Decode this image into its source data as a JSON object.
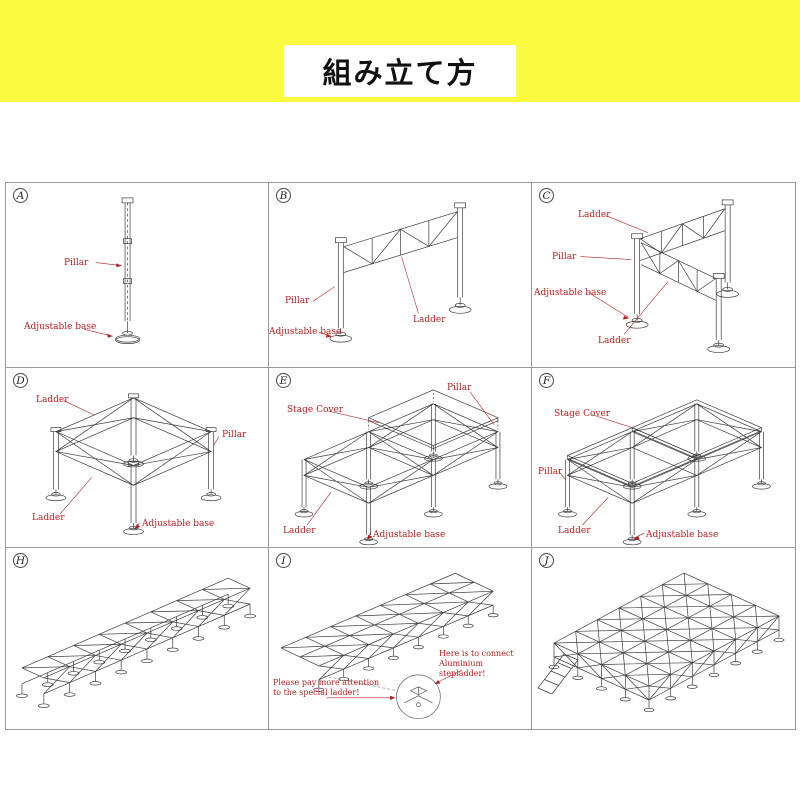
{
  "header": {
    "title": "組み立て方"
  },
  "colors": {
    "band": "#fafa3e",
    "label": "#b22222",
    "border": "#9a9a9a"
  },
  "panels": [
    {
      "letter": "A",
      "labels": [
        {
          "text": "Pillar"
        },
        {
          "text": "Adjustable base"
        }
      ]
    },
    {
      "letter": "B",
      "labels": [
        {
          "text": "Pillar"
        },
        {
          "text": "Adjustable base"
        },
        {
          "text": "Ladder"
        }
      ]
    },
    {
      "letter": "C",
      "labels": [
        {
          "text": "Ladder"
        },
        {
          "text": "Pillar"
        },
        {
          "text": "Adjustable base"
        },
        {
          "text": "Ladder"
        }
      ]
    },
    {
      "letter": "D",
      "labels": [
        {
          "text": "Ladder"
        },
        {
          "text": "Pillar"
        },
        {
          "text": "Ladder"
        },
        {
          "text": "Adjustable base"
        }
      ]
    },
    {
      "letter": "E",
      "labels": [
        {
          "text": "Stage Cover"
        },
        {
          "text": "Pillar"
        },
        {
          "text": "Ladder"
        },
        {
          "text": "Adjustable base"
        }
      ]
    },
    {
      "letter": "F",
      "labels": [
        {
          "text": "Stage Cover"
        },
        {
          "text": "Pillar"
        },
        {
          "text": "Ladder"
        },
        {
          "text": "Adjustable base"
        }
      ]
    },
    {
      "letter": "H",
      "labels": []
    },
    {
      "letter": "I",
      "labels": [
        {
          "text": "Please pay more attention\nto the special ladder!"
        },
        {
          "text": "Here is to connect\nAluminium stepladder!"
        }
      ]
    },
    {
      "letter": "J",
      "labels": []
    }
  ]
}
